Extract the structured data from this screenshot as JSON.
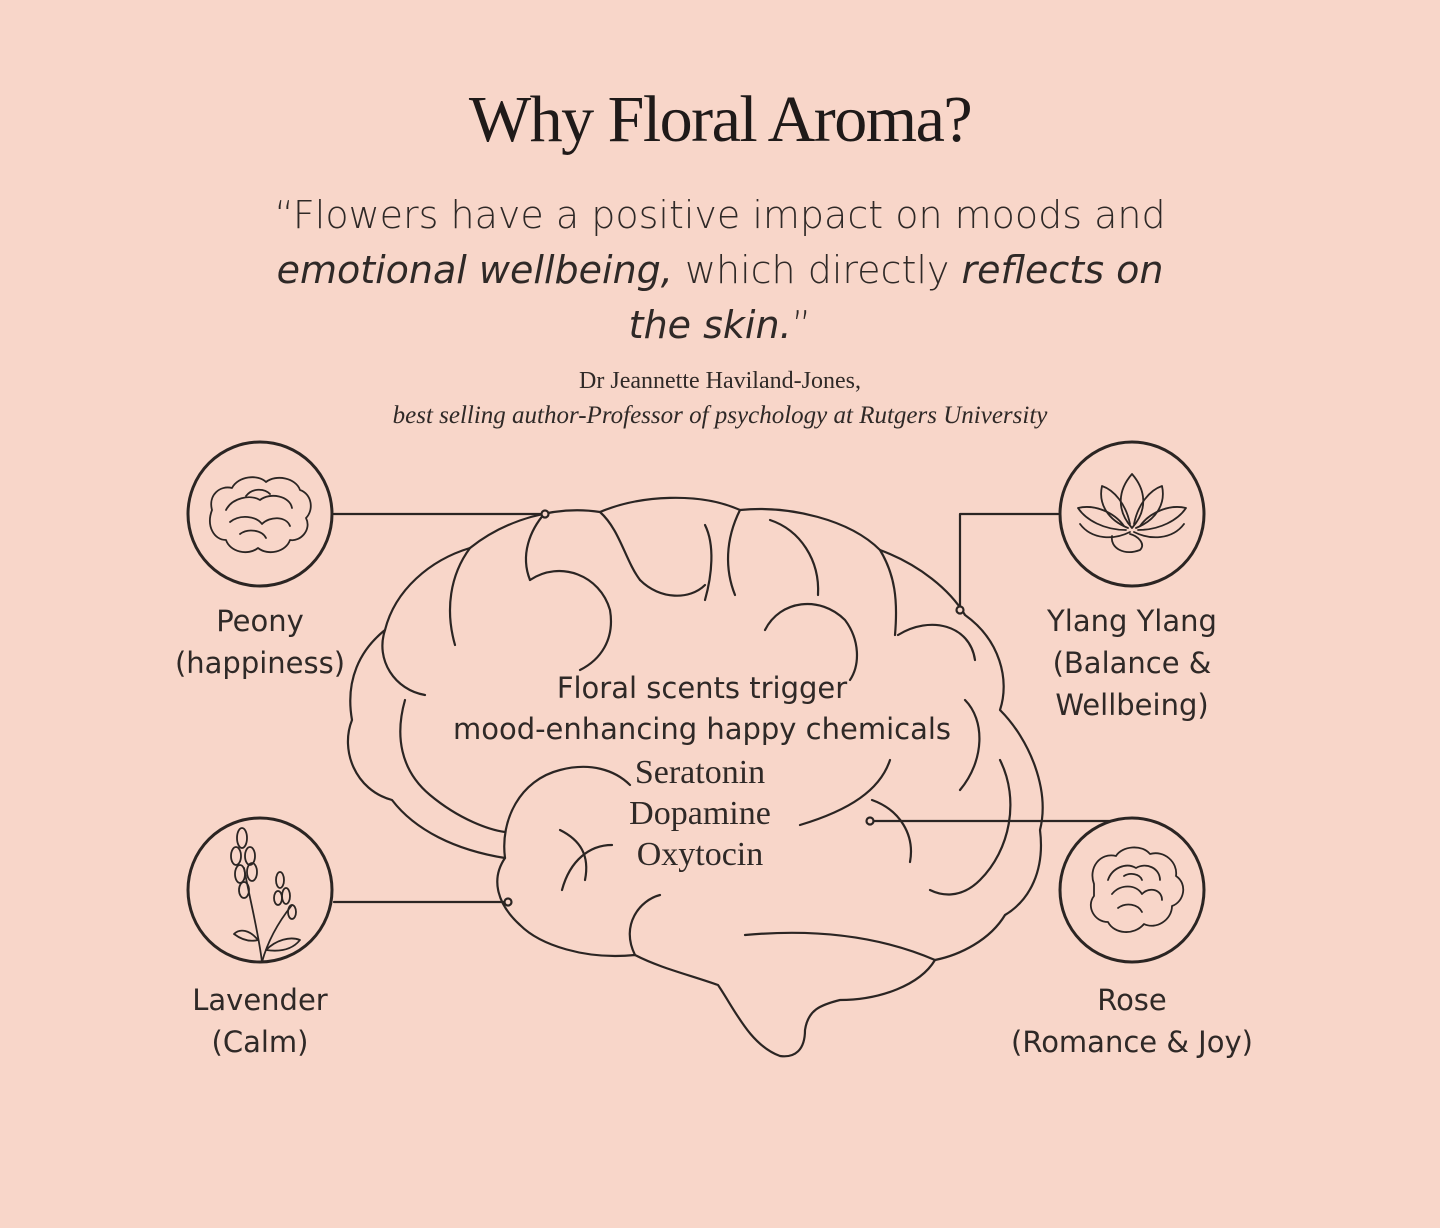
{
  "header": {
    "title": "Why Floral Aroma?"
  },
  "quote": {
    "part1": "“Flowers have a positive impact on moods and ",
    "em1": "emotional wellbeing,",
    "part2": " which directly ",
    "em2": "reflects on the skin.",
    "part3": "”"
  },
  "attribution": {
    "name": "Dr Jeannette Haviland-Jones,",
    "role": "best selling author-Professor of psychology at Rutgers University"
  },
  "center": {
    "line1": "Floral scents trigger",
    "line2": "mood-enhancing happy chemicals",
    "chemicals": [
      "Seratonin",
      "Dopamine",
      "Oxytocin"
    ]
  },
  "flowers": {
    "peony": {
      "name": "Peony",
      "effect": "(happiness)",
      "icon": "peony-icon"
    },
    "ylang": {
      "name": "Ylang Ylang",
      "effect": "(Balance &",
      "effect2": "Wellbeing)",
      "icon": "lotus-icon"
    },
    "lavender": {
      "name": "Lavender",
      "effect": "(Calm)",
      "icon": "lavender-icon"
    },
    "rose": {
      "name": "Rose",
      "effect": "(Romance & Joy)",
      "icon": "rose-icon"
    }
  },
  "colors": {
    "background": "#f8d6c9",
    "ink": "#2b2523"
  }
}
